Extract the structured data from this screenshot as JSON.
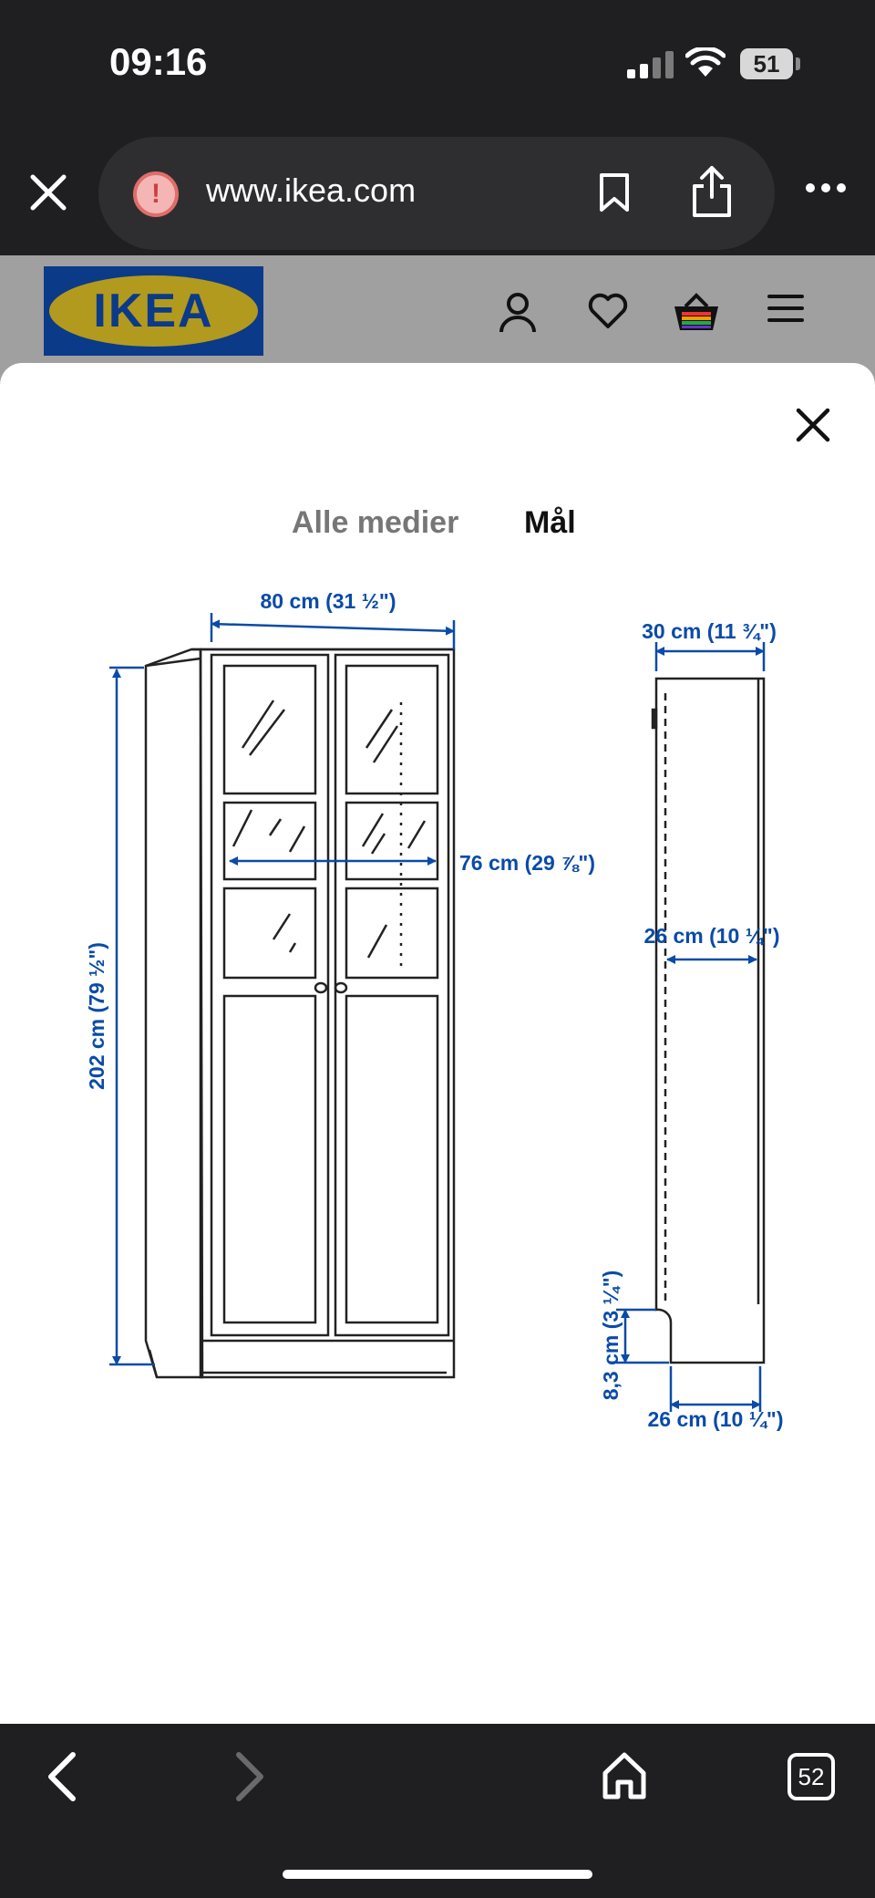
{
  "status_bar": {
    "time": "09:16",
    "battery_level": "51",
    "icons": [
      "signal-icon",
      "wifi-icon",
      "battery-icon"
    ]
  },
  "browser": {
    "url": "www.ikea.com",
    "tab_count": "52",
    "icons": [
      "close-icon",
      "warning-icon",
      "bookmark-icon",
      "share-icon",
      "more-icon"
    ]
  },
  "header": {
    "logo_text": "IKEA",
    "icons": [
      "account-icon",
      "heart-icon",
      "basket-icon",
      "menu-icon"
    ]
  },
  "modal": {
    "tabs": [
      {
        "label": "Alle medier",
        "active": false
      },
      {
        "label": "Mål",
        "active": true
      }
    ],
    "dimensions": {
      "width": "80 cm (31 ½\")",
      "inner_width": "76 cm (29 ⅞\")",
      "height": "202 cm (79 ½\")",
      "depth": "30 cm (11 ¾\")",
      "inner_depth": "26 cm (10 ¼\")",
      "plinth_height": "8,3 cm (3 ¼\")",
      "base_depth": "26 cm (10 ¼\")"
    }
  },
  "bottom_nav": {
    "icons": [
      "back-icon",
      "forward-icon",
      "home-icon",
      "tabs-icon"
    ]
  },
  "colors": {
    "dark_bg": "#1f1f21",
    "dimension_blue": "#0a4ba8",
    "ikea_blue": "#0b3a88",
    "ikea_yellow": "#b29a1e"
  }
}
